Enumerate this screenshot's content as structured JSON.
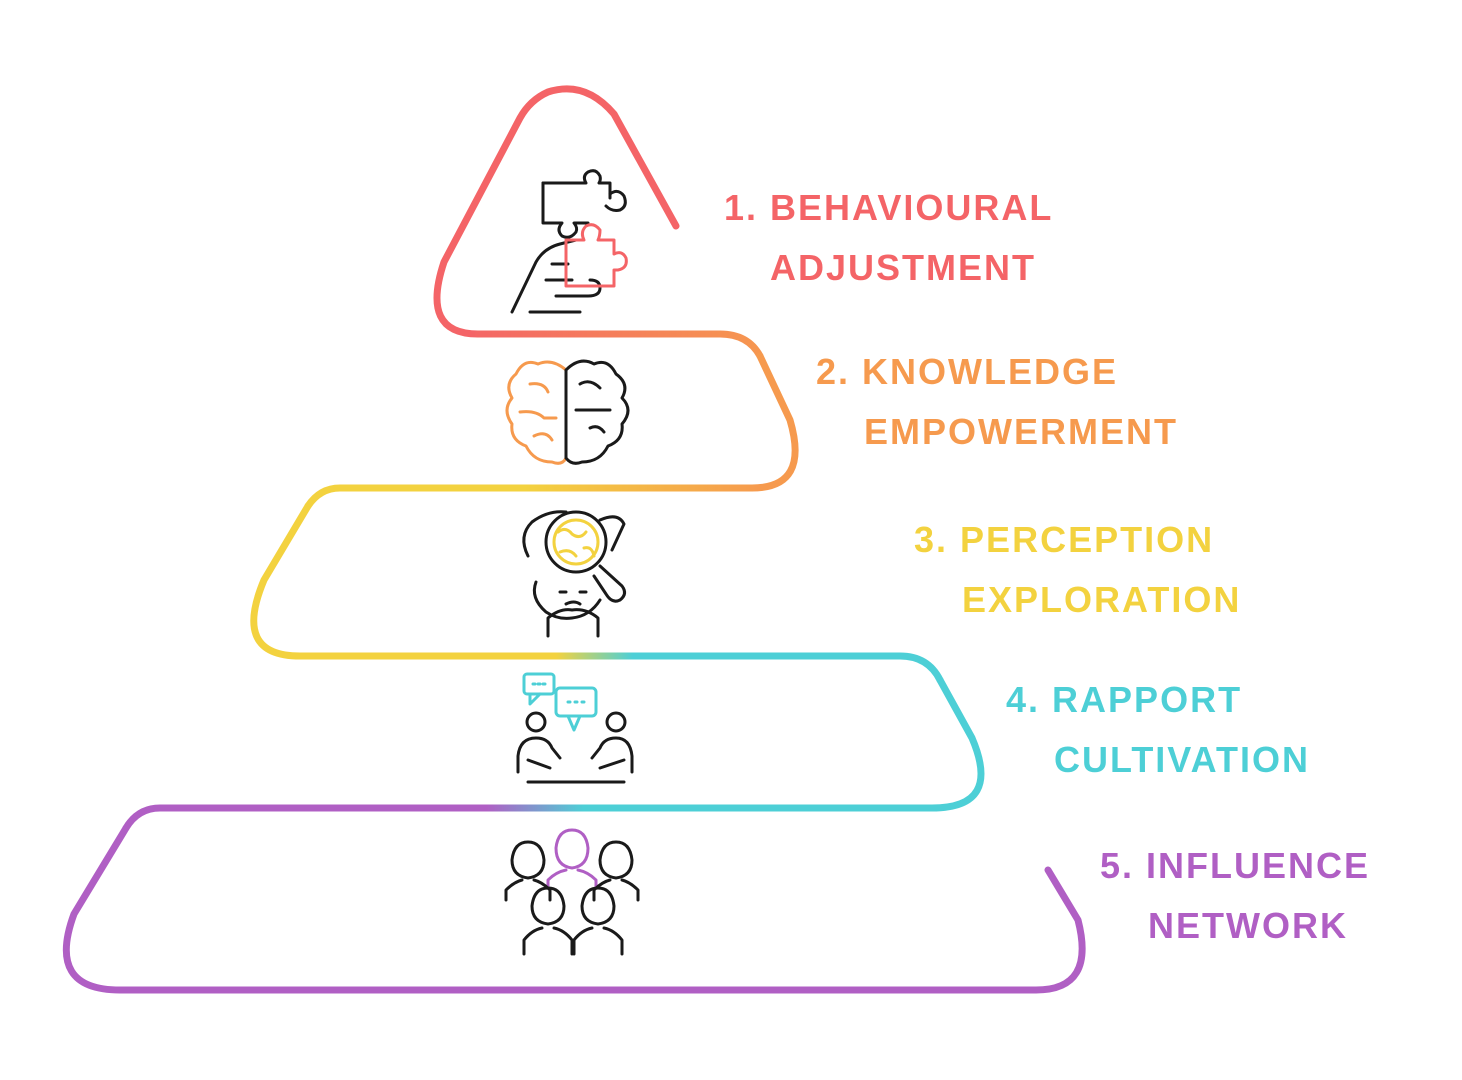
{
  "colors": {
    "level1": "#F46467",
    "level2": "#F69A4E",
    "level3": "#F3D23F",
    "level4": "#4DCFD6",
    "level5": "#B05FC4",
    "icon_ink": "#1a1a1a"
  },
  "levels": [
    {
      "number": "1.",
      "line1": "BEHAVIOURAL",
      "line2": "ADJUSTMENT",
      "icon": "puzzle-hand-icon"
    },
    {
      "number": "2.",
      "line1": "KNOWLEDGE",
      "line2": "EMPOWERMENT",
      "icon": "brain-icon"
    },
    {
      "number": "3.",
      "line1": "PERCEPTION",
      "line2": "EXPLORATION",
      "icon": "magnifier-head-icon"
    },
    {
      "number": "4.",
      "line1": "RAPPORT",
      "line2": "CULTIVATION",
      "icon": "conversation-icon"
    },
    {
      "number": "5.",
      "line1": "INFLUENCE",
      "line2": "NETWORK",
      "icon": "group-network-icon"
    }
  ]
}
